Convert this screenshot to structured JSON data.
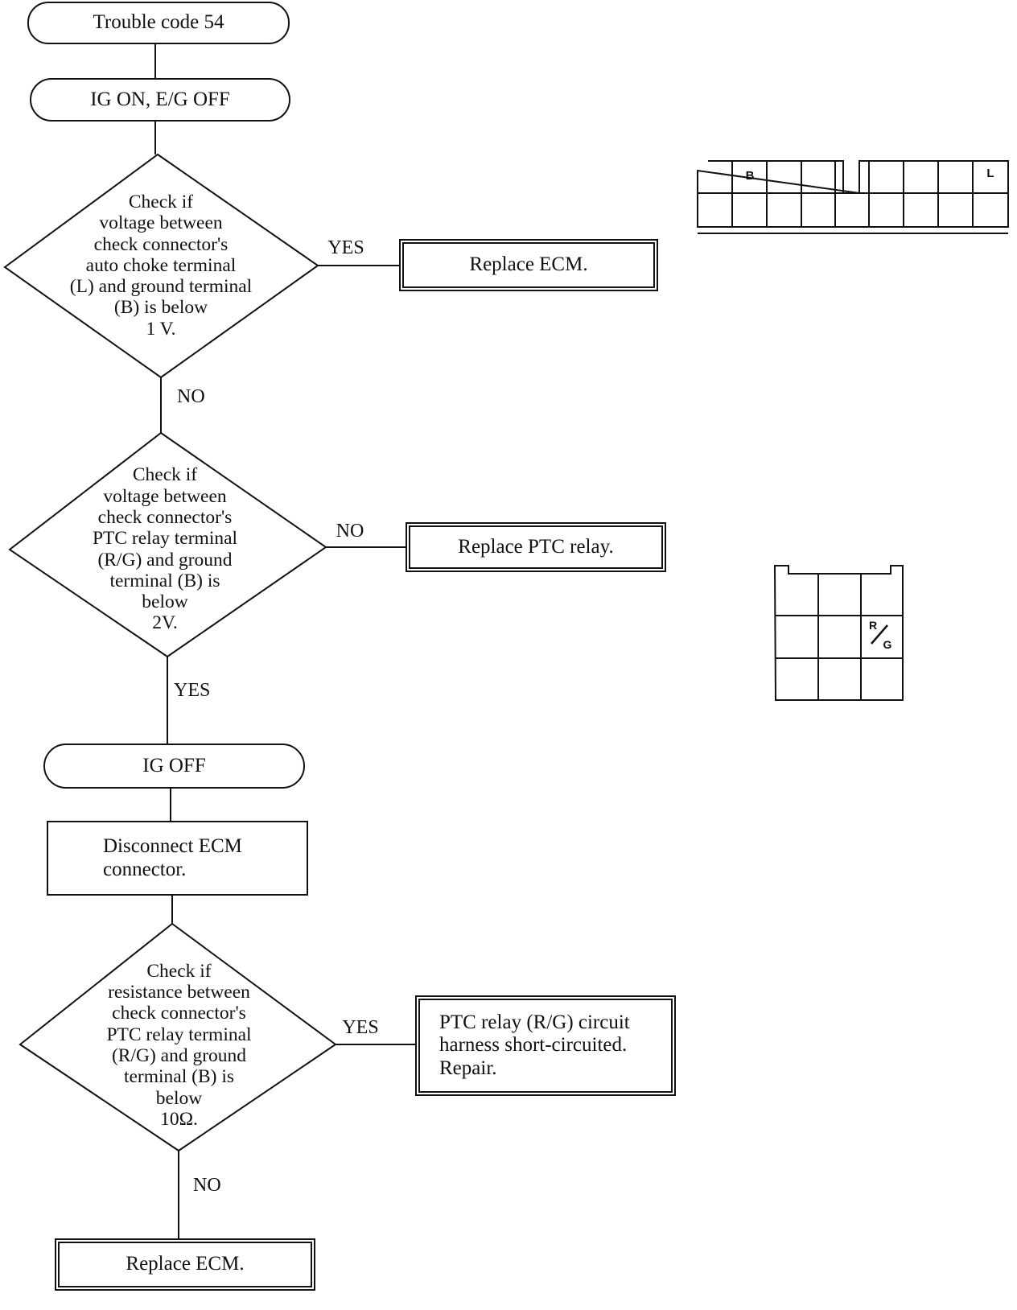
{
  "flowchart": {
    "start": "Trouble code 54",
    "step_ig_on": "IG ON, E/G OFF",
    "decision_1": "Check if\nvoltage between\ncheck connector's\nauto choke terminal\n(L) and ground terminal\n(B) is below\n1 V.",
    "decision_1_yes": "YES",
    "decision_1_no": "NO",
    "result_replace_ecm_1": "Replace ECM.",
    "decision_2": "Check if\nvoltage between\ncheck connector's\nPTC relay terminal\n(R/G) and ground\nterminal (B) is\nbelow\n2V.",
    "decision_2_no": "NO",
    "decision_2_yes": "YES",
    "result_replace_ptc": "Replace PTC relay.",
    "step_ig_off": "IG OFF",
    "step_disconnect": "Disconnect ECM\nconnector.",
    "decision_3": "Check if\nresistance between\ncheck connector's\nPTC relay terminal\n(R/G) and ground\nterminal (B) is\nbelow\n10Ω.",
    "decision_3_yes": "YES",
    "decision_3_no": "NO",
    "result_harness": "PTC relay (R/G) circuit\nharness short-circuited.\nRepair.",
    "result_replace_ecm_2": "Replace ECM."
  },
  "connectors": {
    "check_connector": {
      "pin_b": "B",
      "pin_l": "L"
    },
    "ptc_connector": {
      "pin_rg_top": "R",
      "pin_rg_bottom": "G"
    }
  }
}
